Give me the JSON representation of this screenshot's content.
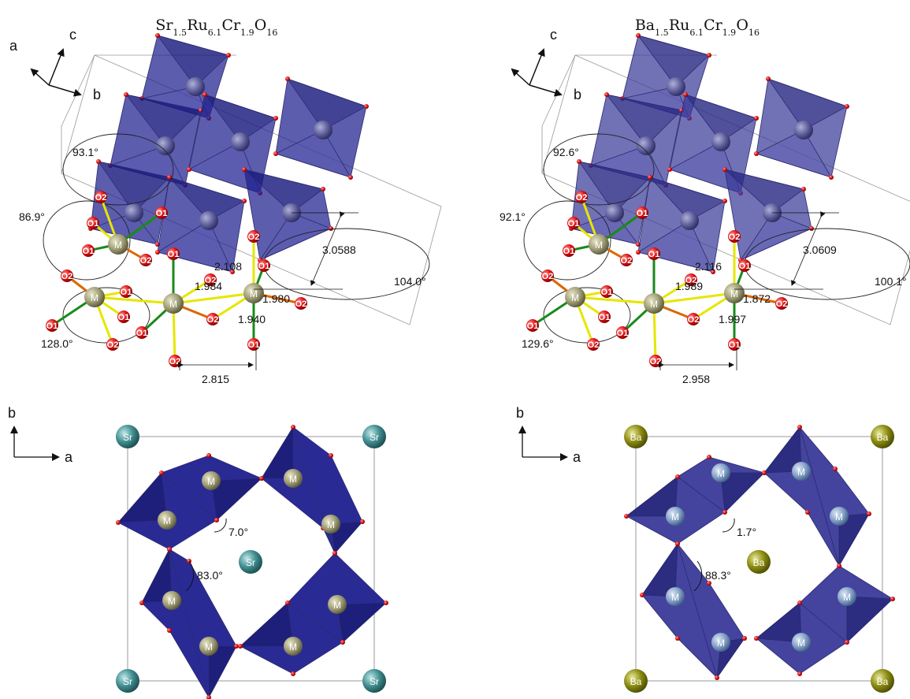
{
  "panels": [
    {
      "formula": {
        "parts": [
          [
            "Sr",
            "1.5"
          ],
          [
            "Ru",
            "6.1"
          ],
          [
            "Cr",
            "1.9"
          ],
          [
            "O",
            "16"
          ]
        ]
      },
      "axes3d": {
        "a": "a",
        "b": "b",
        "c": "c"
      },
      "angles": {
        "top": "93.1°",
        "mid": "86.9°",
        "right": "104.0°",
        "bottom": "128.0°"
      },
      "distances": {
        "d1": "2.108",
        "d2": "1.984",
        "d3": "1.980",
        "d4": "1.940",
        "d5": "3.0588",
        "d6": "2.815"
      },
      "atoms": {
        "metal": "M",
        "o1": "O1",
        "o2": "O2",
        "cation": "Sr"
      },
      "axes2d": {
        "a": "a",
        "b": "b"
      },
      "rot_angles": {
        "small": "7.0°",
        "large": "83.0°"
      },
      "colors": {
        "cation": "#3f8c8f",
        "poly": "#1f1f8f"
      }
    },
    {
      "formula": {
        "parts": [
          [
            "Ba",
            "1.5"
          ],
          [
            "Ru",
            "6.1"
          ],
          [
            "Cr",
            "1.9"
          ],
          [
            "O",
            "16"
          ]
        ]
      },
      "axes3d": {
        "a": "a",
        "b": "b",
        "c": "c"
      },
      "angles": {
        "top": "92.6°",
        "mid": "92.1°",
        "right": "100.1°",
        "bottom": "129.6°"
      },
      "distances": {
        "d1": "2.116",
        "d2": "1.989",
        "d3": "1.872",
        "d4": "1.997",
        "d5": "3.0609",
        "d6": "2.958"
      },
      "atoms": {
        "metal": "M",
        "o1": "O1",
        "o2": "O2",
        "cation": "Ba"
      },
      "axes2d": {
        "a": "a",
        "b": "b"
      },
      "rot_angles": {
        "small": "1.7°",
        "large": "88.3°"
      },
      "colors": {
        "cation": "#8a8a10",
        "poly": "#3a3a9a"
      }
    }
  ]
}
